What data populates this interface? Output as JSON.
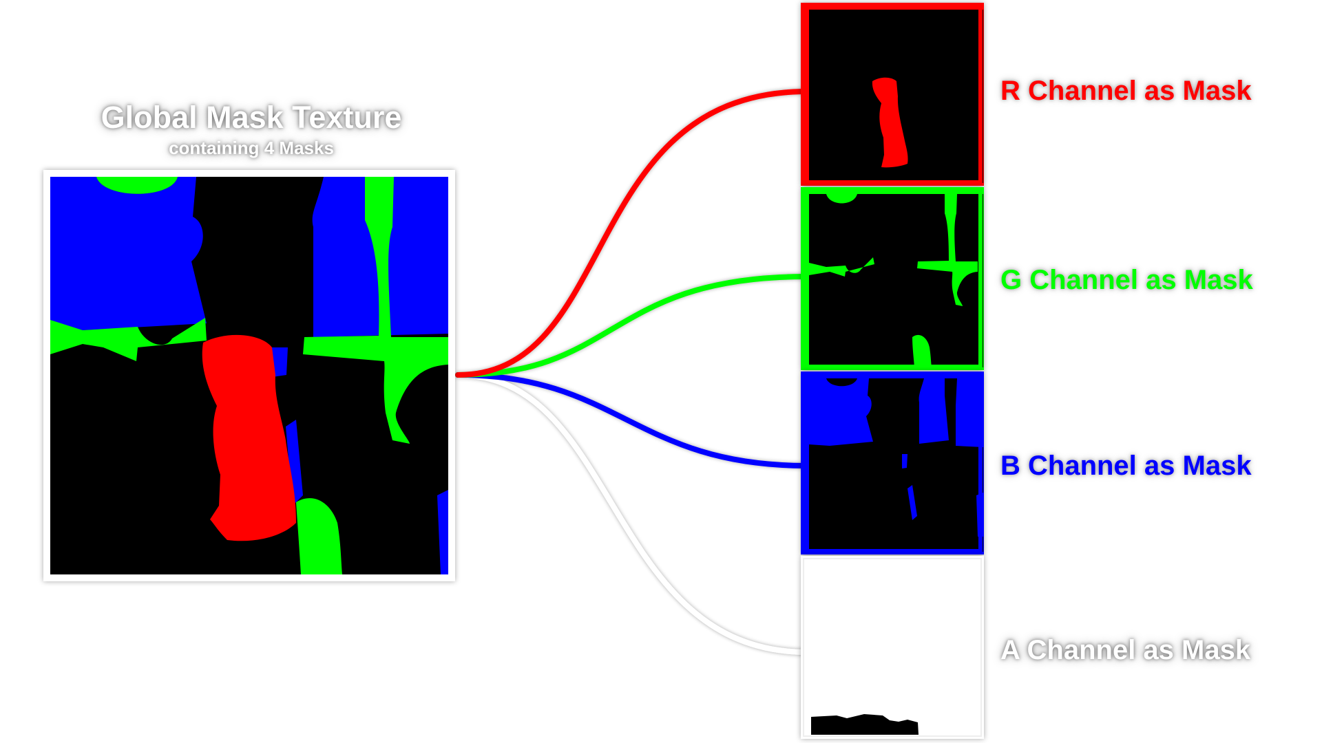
{
  "global_texture": {
    "title": "Global Mask Texture",
    "subtitle": "containing 4 Masks"
  },
  "channels": [
    {
      "id": "r",
      "label": "R Channel as Mask",
      "color": "#ff0000"
    },
    {
      "id": "g",
      "label": "G Channel as Mask",
      "color": "#00ff00"
    },
    {
      "id": "b",
      "label": "B Channel as Mask",
      "color": "#0000ff"
    },
    {
      "id": "a",
      "label": "A Channel as Mask",
      "color": "#ffffff"
    }
  ],
  "colors": {
    "background": "#ffffff",
    "texture_background": "#000000",
    "frame": "#ffffff"
  }
}
